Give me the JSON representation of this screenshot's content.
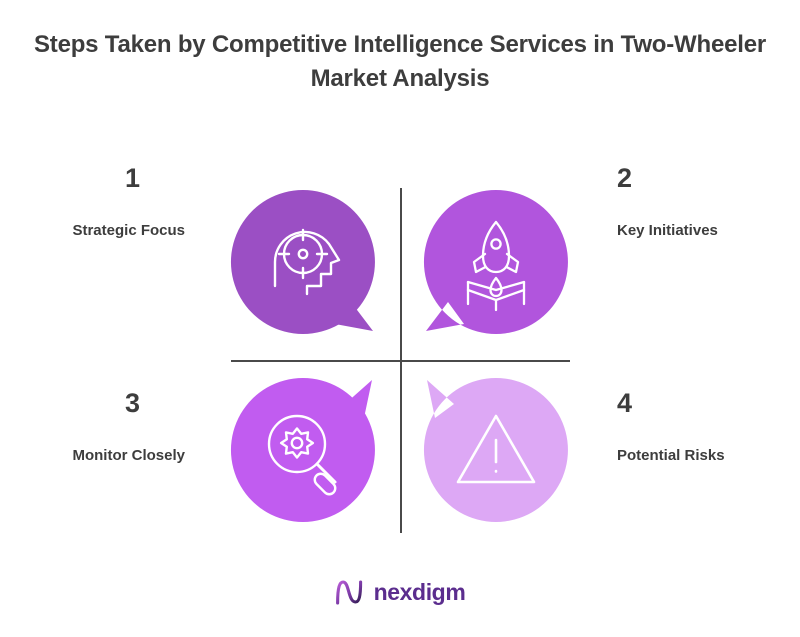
{
  "title": "Steps Taken by Competitive Intelligence Services in Two-Wheeler Market Analysis",
  "quadrants": [
    {
      "number": "1",
      "label": "Strategic Focus",
      "icon": "head-target-icon",
      "color": "#9B4FC4",
      "tail": "bottom-right"
    },
    {
      "number": "2",
      "label": "Key Initiatives",
      "icon": "rocket-launch-icon",
      "color": "#B155DD",
      "tail": "bottom-left"
    },
    {
      "number": "3",
      "label": "Monitor Closely",
      "icon": "magnifier-gear-icon",
      "color": "#C15CF0",
      "tail": "top-right"
    },
    {
      "number": "4",
      "label": "Potential Risks",
      "icon": "warning-triangle-icon",
      "color": "#DDA8F5",
      "tail": "top-left"
    }
  ],
  "logo": {
    "wordmark": "nexdigm",
    "mark": "nexdigm-n-mark",
    "color": "#5B2D8E"
  },
  "colors": {
    "divider": "#4A4A4A",
    "text": "#3D3D3D",
    "background": "#FFFFFF",
    "icon_stroke": "#FFFFFF"
  }
}
